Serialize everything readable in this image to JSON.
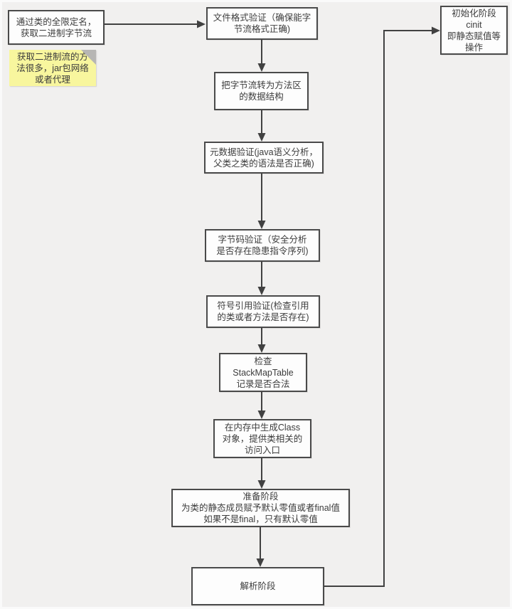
{
  "diagram": {
    "title": "class-loading-flowchart",
    "colors": {
      "background": "#f1f0ef",
      "box_fill": "#fdfdfd",
      "box_border": "#4a4a4a",
      "connector": "#414141",
      "note_fill": "#f8f69e",
      "note_fold": "#b7b6b4",
      "text": "#3c3c3c"
    },
    "nodes": {
      "load": "通过类的全限定名，\n获取二进制字节流",
      "note": "获取二进制流的方\n法很多，jar包网络\n或者代理",
      "file_format": "文件格式验证（确保能字\n节流格式正确)",
      "bytestream": "把字节流转为方法区\n的数据结构",
      "metadata": "元数据验证(java语义分析，\n父类之类的语法是否正确)",
      "bytecode": "字节码验证（安全分析\n是否存在隐患指令序列)",
      "symbol_ref": "符号引用验证(检查引用\n的类或者方法是否存在)",
      "stackmap": "检查\nStackMapTable\n记录是否合法",
      "class_object": "在内存中生成Class\n对象，提供类相关的\n访问入口",
      "prepare": "准备阶段\n为类的静态成员赋予默认零值或者final值\n如果不是final，只有默认零值",
      "resolve": "解析阶段",
      "init": "初始化阶段\ncinit\n即静态赋值等\n操作"
    }
  }
}
